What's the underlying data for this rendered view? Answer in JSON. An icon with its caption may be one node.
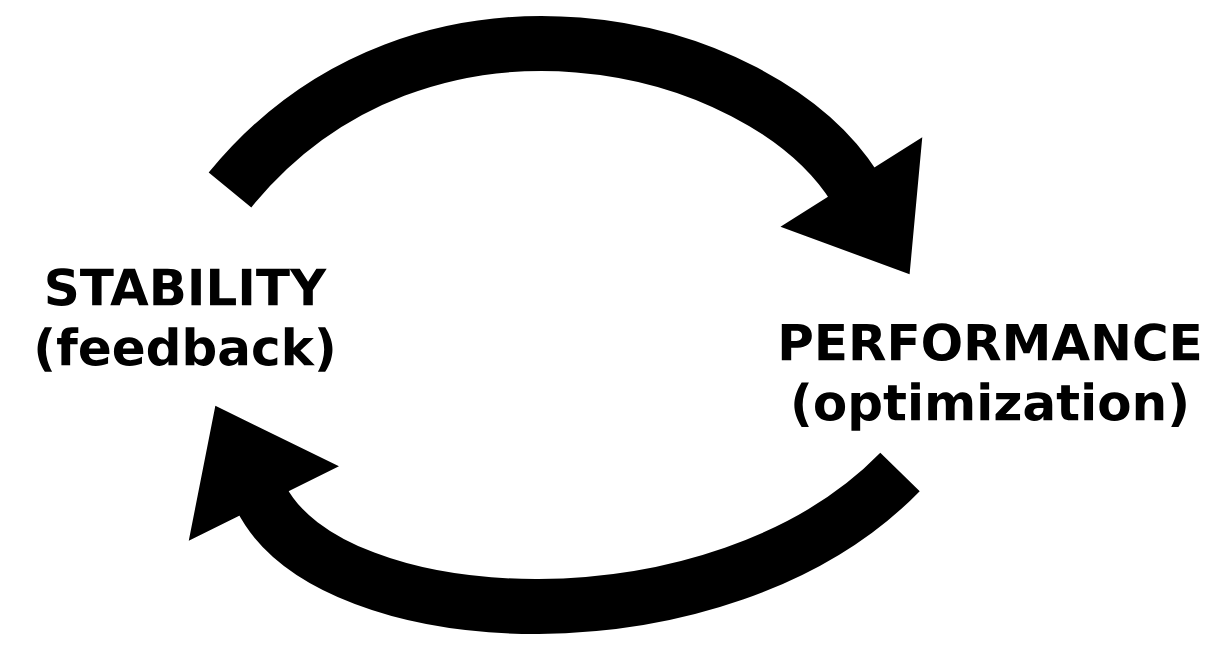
{
  "diagram": {
    "nodes": [
      {
        "text": [
          "STABILITY",
          "(feedback)"
        ]
      },
      {
        "text": [
          "PERFORMANCE",
          "(optimization)"
        ]
      }
    ],
    "edges": [
      {
        "from": 0,
        "to": 1,
        "arrow": "to"
      },
      {
        "from": 1,
        "to": 0,
        "arrow": "to"
      }
    ]
  }
}
